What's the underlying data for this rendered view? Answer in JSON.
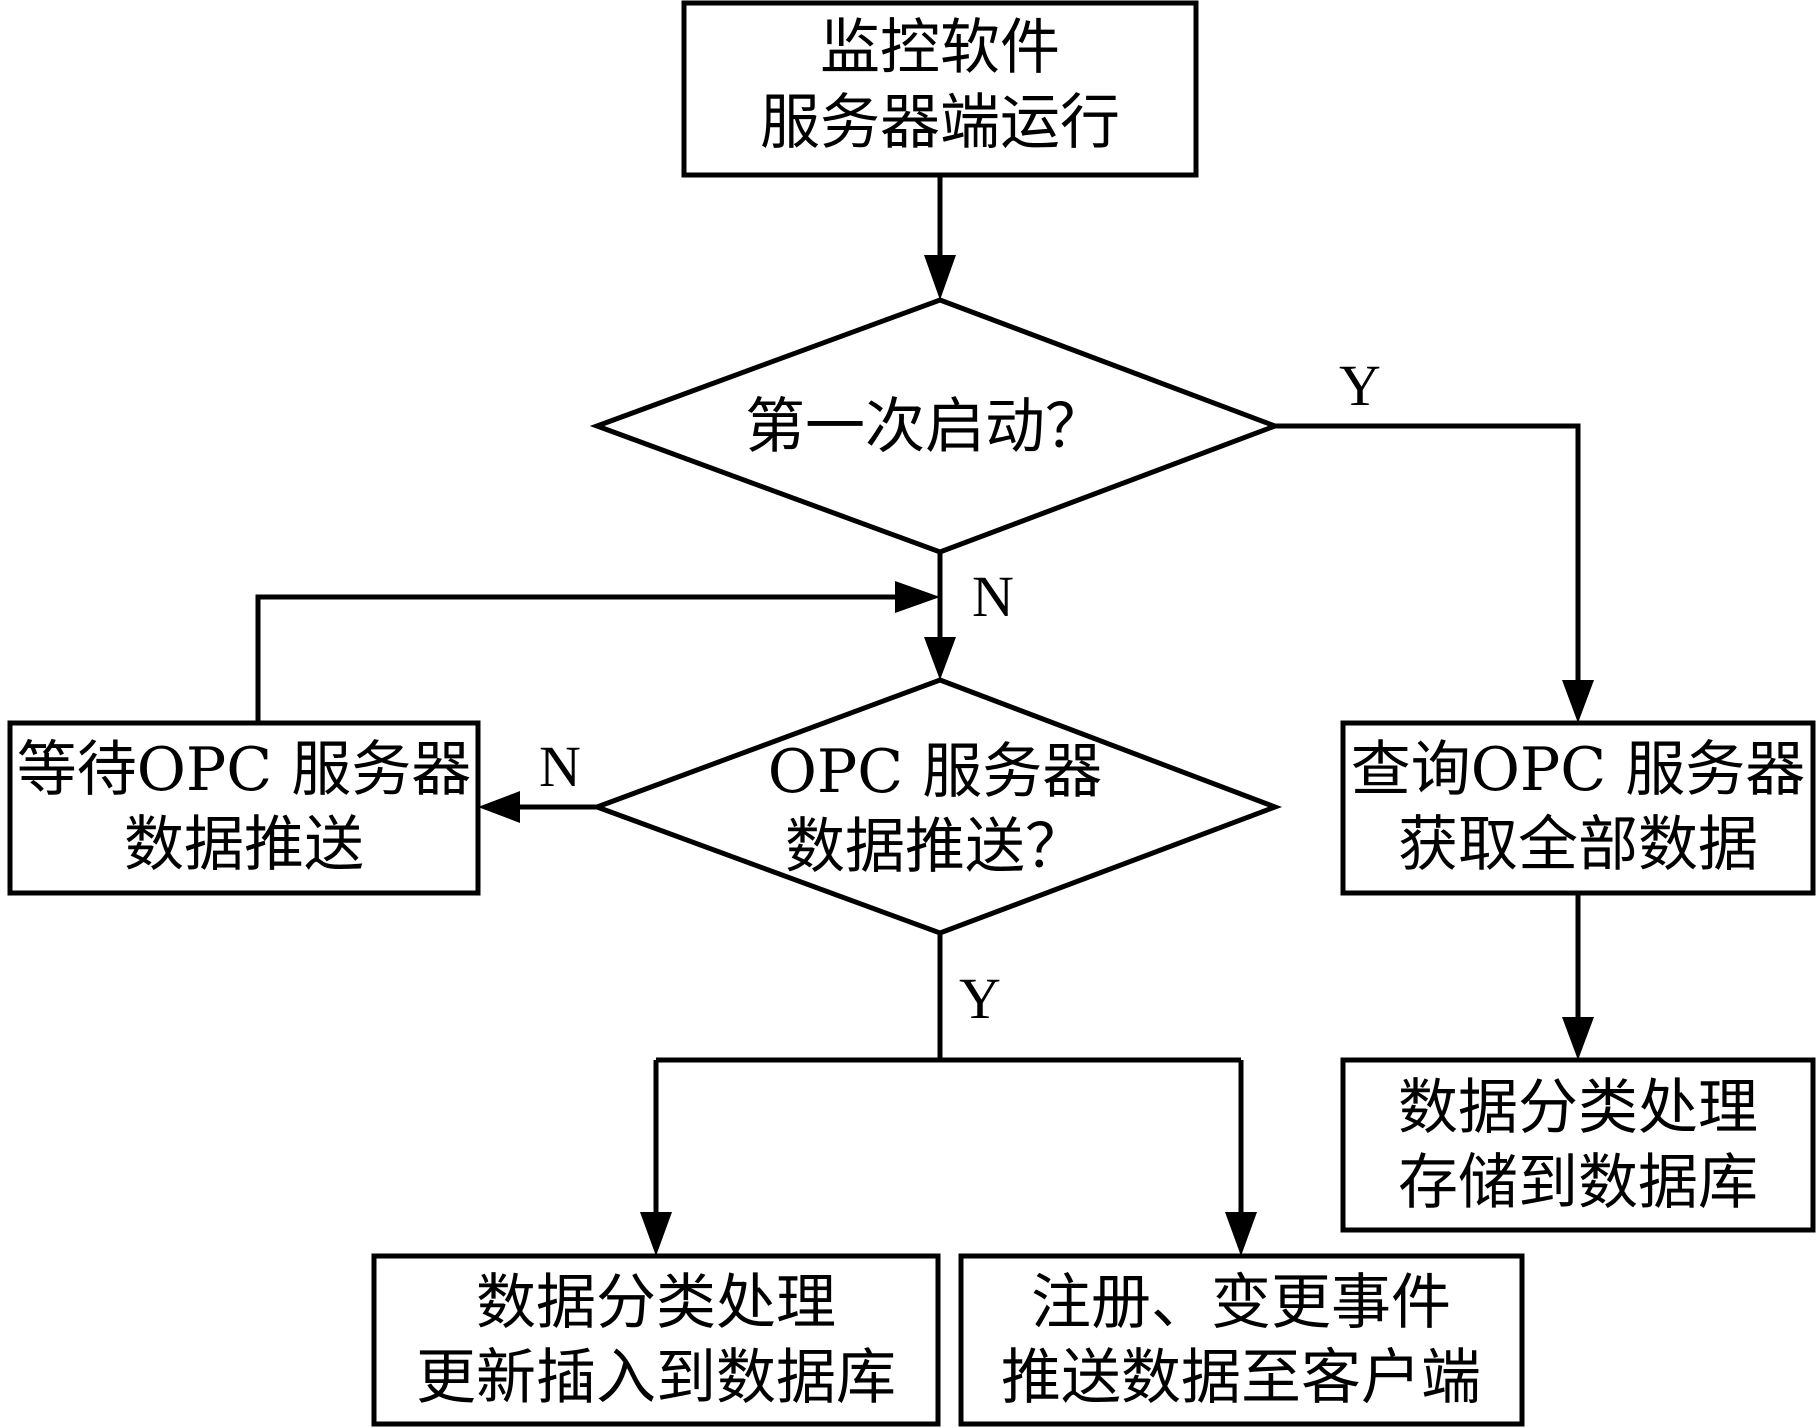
{
  "nodes": {
    "start": {
      "lines": [
        "监控软件",
        "服务器端运行"
      ]
    },
    "first_start": {
      "text": "第一次启动？"
    },
    "opc_push": {
      "lines": [
        "OPC 服务器",
        "数据推送？"
      ]
    },
    "wait_push": {
      "lines": [
        "等待OPC 服务器",
        "数据推送"
      ]
    },
    "query_all": {
      "lines": [
        "查询OPC 服务器",
        "获取全部数据"
      ]
    },
    "classify_store": {
      "lines": [
        "数据分类处理",
        "存储到数据库"
      ]
    },
    "classify_update": {
      "lines": [
        "数据分类处理",
        "更新插入到数据库"
      ]
    },
    "notify_clients": {
      "lines": [
        "注册、变更事件",
        "推送数据至客户端"
      ]
    }
  },
  "edge_labels": {
    "first_yes": "Y",
    "first_no": "N",
    "push_no": "N",
    "push_yes": "Y"
  }
}
